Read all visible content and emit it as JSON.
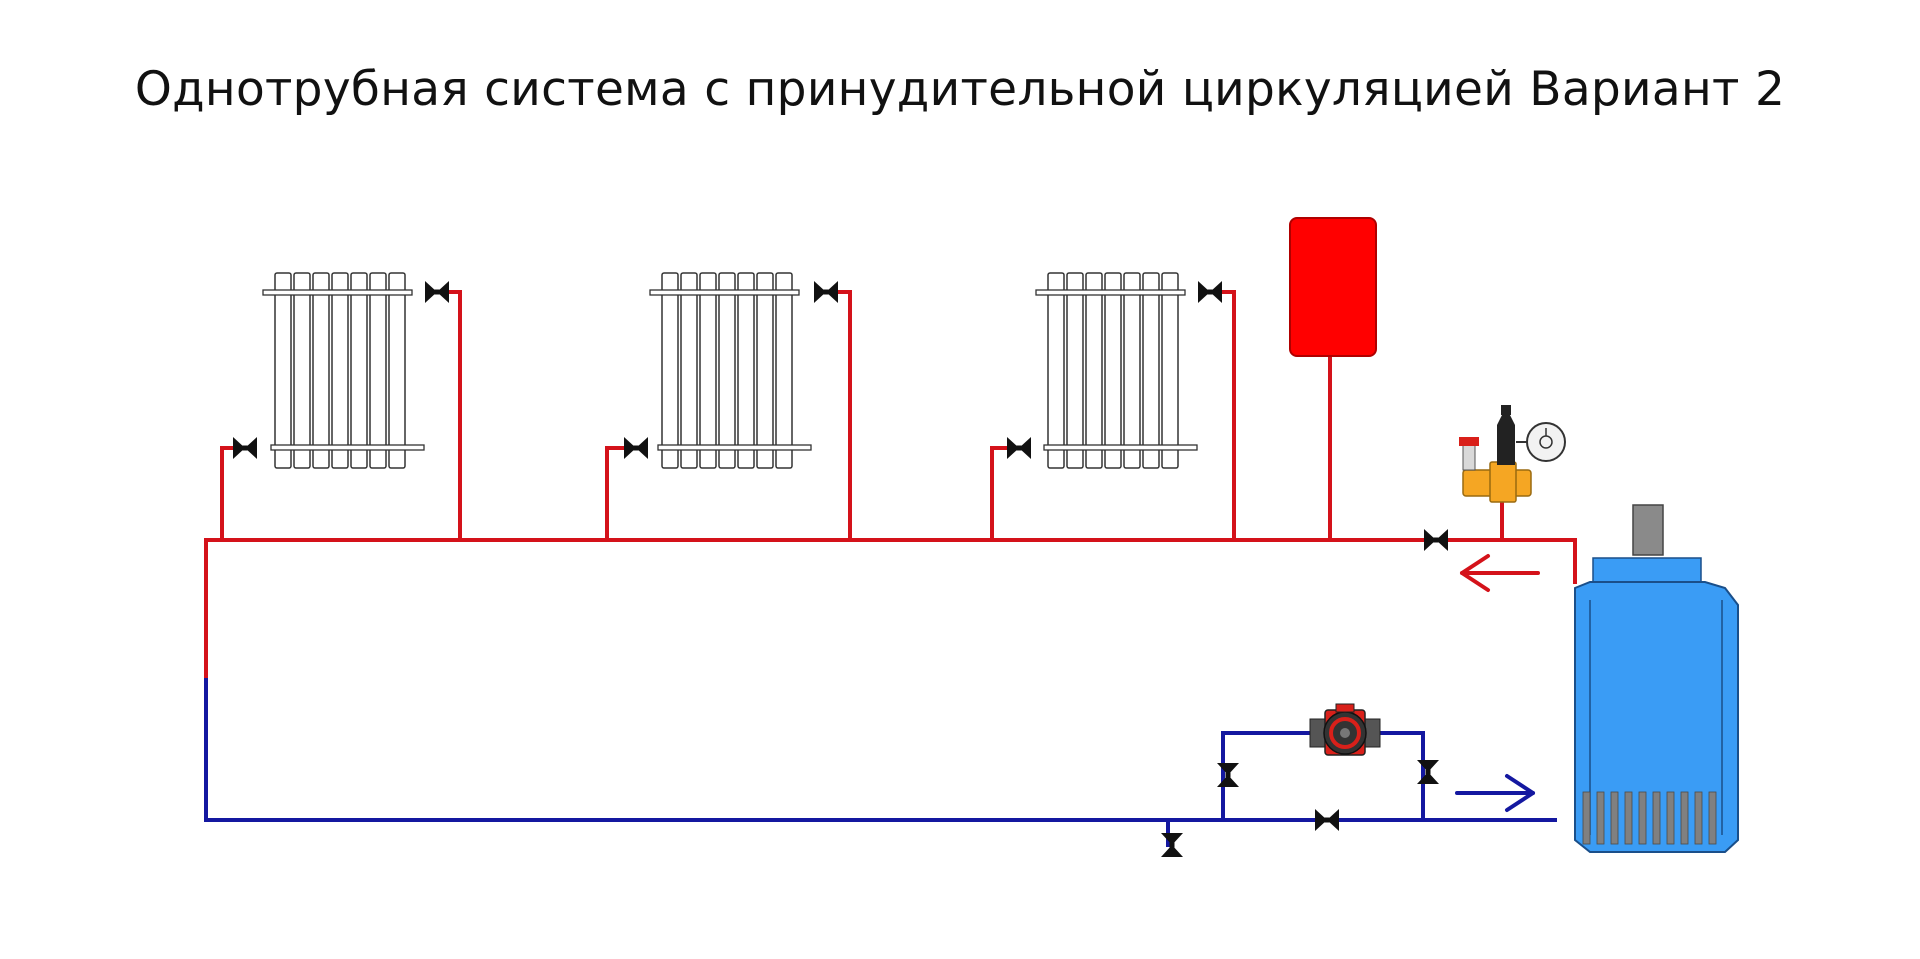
{
  "title": "Однотрубная система с принудительной циркуляцией Вариант 2",
  "colors": {
    "supply": "#d4121a",
    "return": "#1418a0",
    "boiler": "#3a9cf5",
    "boiler_outline": "#1a4f8a",
    "tank": "#ff0000",
    "safety_group": "#f5a623",
    "pump": "#d9201a",
    "valve": "#111111",
    "radiator": "#333333"
  },
  "icons": {
    "radiator": "radiator-icon",
    "valve": "valve-icon",
    "tank": "expansion-tank-icon",
    "pump": "circulation-pump-icon",
    "boiler": "boiler-icon",
    "safety": "safety-group-icon",
    "arrow_supply": "arrow-left-icon",
    "arrow_return": "arrow-right-icon"
  },
  "components": {
    "radiators": 3,
    "radiator_sections": 7
  }
}
